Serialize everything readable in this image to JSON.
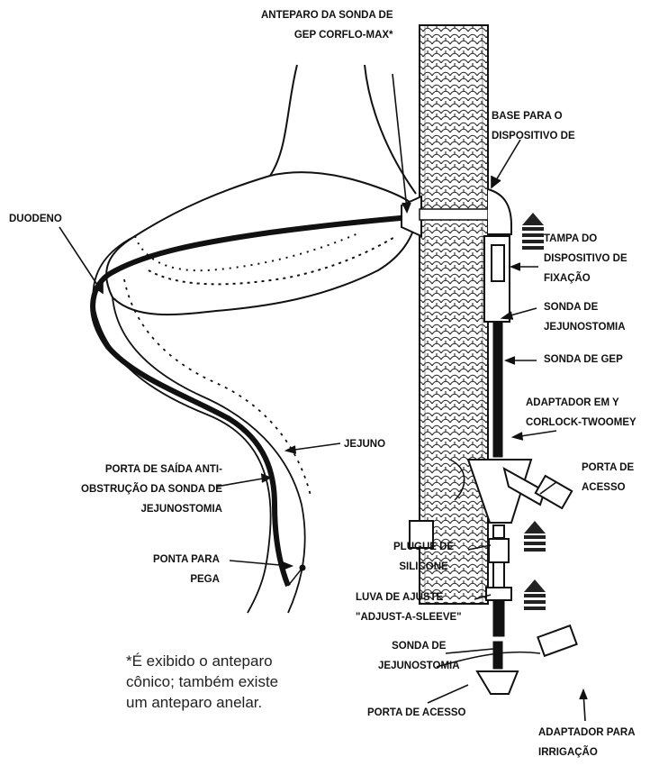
{
  "labels": {
    "anteparo": [
      "ANTEPARO DA SONDA DE",
      "GEP CORFLO-MAX*"
    ],
    "base": [
      "BASE PARA O",
      "DISPOSITIVO DE"
    ],
    "duodeno": [
      "DUODENO"
    ],
    "tampa": [
      "TAMPA DO",
      "DISPOSITIVO DE",
      "FIXAÇÃO"
    ],
    "sonda_jejuno_top": [
      "SONDA DE",
      "JEJUNOSTOMIA"
    ],
    "sonda_gep": [
      "SONDA DE GEP"
    ],
    "adaptador_y": [
      "ADAPTADOR EM Y",
      "CORLOCK-TWOOMEY"
    ],
    "jejuno": [
      "JEJUNO"
    ],
    "porta_saida": [
      "PORTA DE SAÍDA ANTI-",
      "OBSTRUÇÃO DA SONDA DE",
      "JEJUNOSTOMIA"
    ],
    "porta_acesso_top": [
      "PORTA DE",
      "ACESSO"
    ],
    "plugue": [
      "PLUGUE DE",
      "SILICONE"
    ],
    "ponta": [
      "PONTA PARA",
      "PEGA"
    ],
    "luva": [
      "LUVA DE AJUSTE",
      "\"ADJUST-A-SLEEVE\""
    ],
    "sonda_jejuno_bottom": [
      "SONDA DE",
      "JEJUNOSTOMIA"
    ],
    "porta_acesso_bottom": [
      "PORTA DE ACESSO"
    ],
    "adaptador_irrigacao": [
      "ADAPTADOR PARA",
      "IRRIGAÇÃO"
    ]
  },
  "footnote": [
    "*É exibido o anteparo",
    "cônico; também existe",
    "um anteparo anelar."
  ]
}
